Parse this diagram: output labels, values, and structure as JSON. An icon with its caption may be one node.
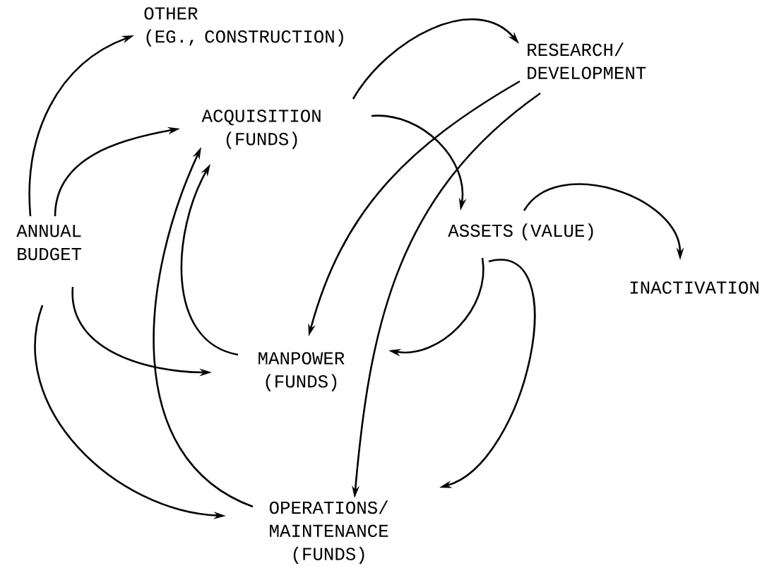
{
  "diagram": {
    "nodes": [
      {
        "text": [
          "OTHER",
          "(EG., CONSTRUCTION)"
        ]
      },
      {
        "text": [
          "RESEARCH/ DEVELOPMENT"
        ]
      },
      {
        "text": [
          "ACQUISITION (FUNDS)"
        ]
      },
      {
        "text": [
          "ANNUAL BUDGET"
        ]
      },
      {
        "text": [
          "ASSETS (VALUE)"
        ]
      },
      {
        "text": [
          "INACTIVATION"
        ]
      },
      {
        "text": [
          "MANPOWER (FUNDS)"
        ]
      },
      {
        "text": [
          "OPERATIONS/ MAINTENANCE (FUNDS)"
        ]
      }
    ],
    "edges": [
      {
        "from": 3,
        "to": 0,
        "arrow": "to"
      },
      {
        "from": 3,
        "to": 2,
        "arrow": "to"
      },
      {
        "from": 3,
        "to": 6,
        "arrow": "to"
      },
      {
        "from": 3,
        "to": 7,
        "arrow": "to"
      },
      {
        "from": 2,
        "to": 1,
        "arrow": "to"
      },
      {
        "from": 2,
        "to": 4,
        "arrow": "to"
      },
      {
        "from": 1,
        "to": 6,
        "arrow": "to"
      },
      {
        "from": 1,
        "to": 7,
        "arrow": "to"
      },
      {
        "from": 6,
        "to": 2,
        "arrow": "to"
      },
      {
        "from": 7,
        "to": 2,
        "arrow": "to"
      },
      {
        "from": 4,
        "to": 5,
        "arrow": "to"
      },
      {
        "from": 4,
        "to": 6,
        "arrow": "to"
      },
      {
        "from": 4,
        "to": 7,
        "arrow": "to"
      }
    ]
  }
}
